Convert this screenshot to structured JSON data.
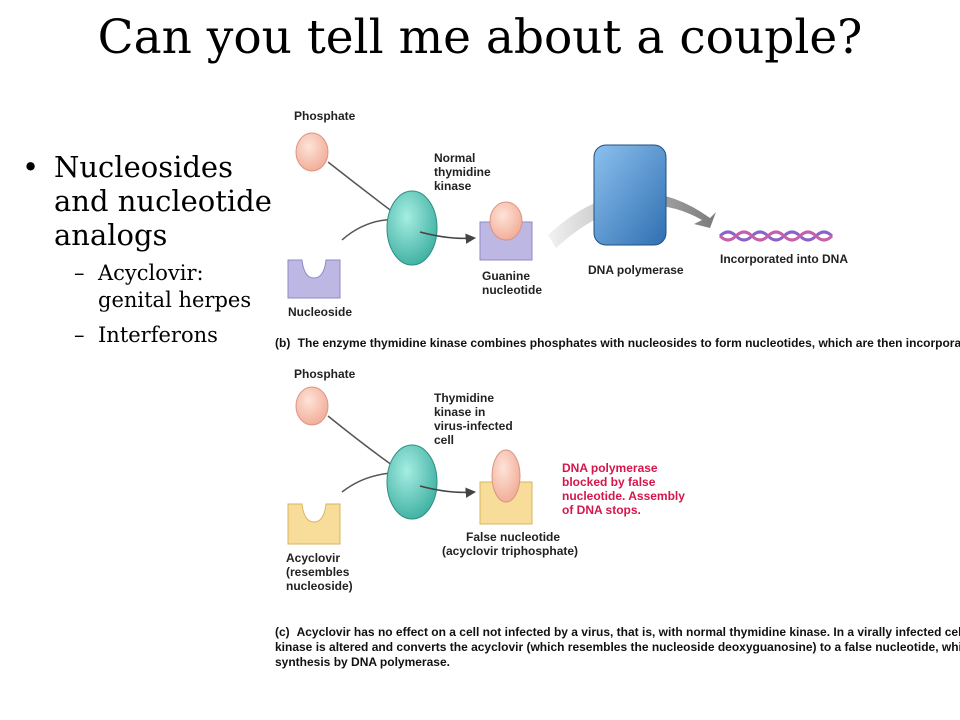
{
  "title": "Can you tell me about a couple?",
  "bullet": {
    "marker": "•",
    "text": "Nucleosides and nucleotide analogs",
    "sub_marker": "–",
    "subitems": [
      "Acyclovir: genital herpes",
      "Interferons"
    ]
  },
  "figure_b": {
    "phosphate": "Phosphate",
    "kinase": [
      "Normal",
      "thymidine",
      "kinase"
    ],
    "nucleoside": "Nucleoside",
    "guanine": [
      "Guanine",
      "nucleotide"
    ],
    "polymerase": "DNA polymerase",
    "incorporated": "Incorporated into DNA",
    "caption_letter": "(b)",
    "caption": "The enzyme thymidine kinase combines phosphates with nucleosides to form nucleotides, which are then incorporated into DNA."
  },
  "figure_c": {
    "phosphate": "Phosphate",
    "kinase": [
      "Thymidine",
      "kinase in",
      "virus-infected",
      "cell"
    ],
    "blocked": [
      "DNA polymerase",
      "blocked by false",
      "nucleotide. Assembly",
      "of DNA stops."
    ],
    "acyclovir": [
      "Acyclovir",
      "(resembles",
      "nucleoside)"
    ],
    "false_nucleotide": [
      "False nucleotide",
      "(acyclovir triphosphate)"
    ],
    "caption_letter": "(c)",
    "caption": [
      "Acyclovir has no effect on a cell not infected by a virus, that is, with normal thymidine kinase. In a virally infected cell, the thymidine",
      "kinase is altered and converts the acyclovir (which resembles the nucleoside deoxyguanosine) to a false nucleotide, which blocks DNA",
      "synthesis by DNA polymerase."
    ]
  },
  "colors": {
    "phosphate": "#f6c2b0",
    "kinase": "#5ec9b9",
    "nucleoside": "#bcb7e3",
    "acyclovir": "#f8dc9a",
    "polymerase": "#4c8fcf",
    "dna_strand_1": "#8a62c9",
    "dna_strand_2": "#c45fa8",
    "warning_text": "#d6154b"
  }
}
